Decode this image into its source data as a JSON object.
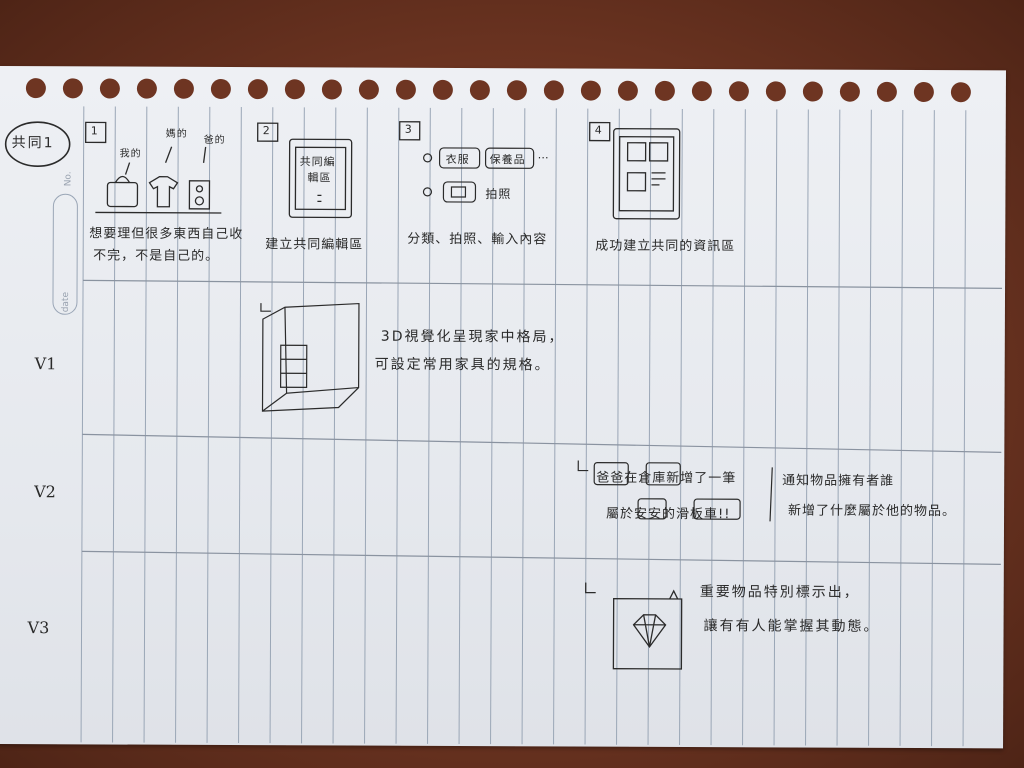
{
  "header": {
    "title": "共同1",
    "no_label": "No.",
    "date_label": "date"
  },
  "steps": [
    {
      "num": "1",
      "caption_line1": "想要理但很多東西自己收",
      "caption_line2": "不完，不是自己的。",
      "labels": [
        "我的",
        "媽的",
        "爸的"
      ]
    },
    {
      "num": "2",
      "caption": "建立共同編輯區",
      "box_line1": "共同編",
      "box_line2": "輯區"
    },
    {
      "num": "3",
      "caption": "分類、拍照、輸入內容",
      "chip1": "衣服",
      "chip2": "保養品",
      "ellipsis": "…",
      "chip3_label": "拍照"
    },
    {
      "num": "4",
      "caption": "成功建立共同的資訊區"
    }
  ],
  "rows": [
    {
      "label": "V1",
      "line1": "3D視覺化呈現家中格局，",
      "line2": "可設定常用家具的規格。"
    },
    {
      "label": "V2",
      "line1": "爸爸在倉庫新增了一筆",
      "line2": "屬於安安的滑板車!!",
      "note1": "通知物品擁有者誰",
      "note2": "新增了什麼屬於他的物品。"
    },
    {
      "label": "V3",
      "line1": "重要物品特別標示出，",
      "line2": "讓有有人能掌握其動態。"
    }
  ],
  "colors": {
    "desk": "#6e3522",
    "paper": "#e8ebf0",
    "grid": "#9aa6b6",
    "ink": "#2b2b2b"
  }
}
